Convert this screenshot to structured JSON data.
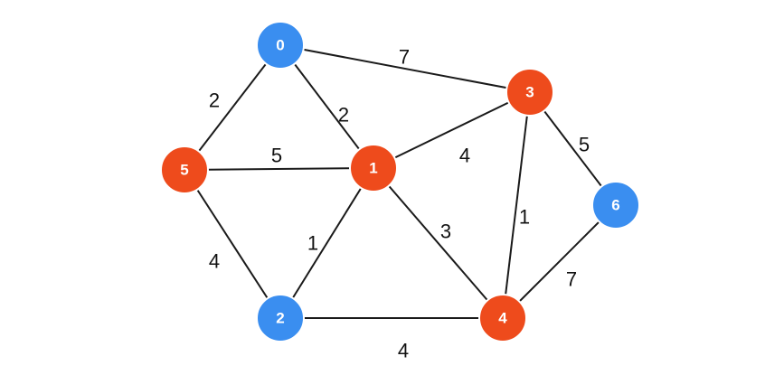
{
  "colors": {
    "blue_node": "#3a8ef0",
    "red_node": "#ee4b1c",
    "edge": "#1a1a1a",
    "node_text": "#ffffff"
  },
  "nodes": [
    {
      "id": "0",
      "label": "0",
      "color": "blue"
    },
    {
      "id": "1",
      "label": "1",
      "color": "red"
    },
    {
      "id": "2",
      "label": "2",
      "color": "blue"
    },
    {
      "id": "3",
      "label": "3",
      "color": "red"
    },
    {
      "id": "4",
      "label": "4",
      "color": "red"
    },
    {
      "id": "5",
      "label": "5",
      "color": "red"
    },
    {
      "id": "6",
      "label": "6",
      "color": "blue"
    }
  ],
  "edges": [
    {
      "from": "0",
      "to": "3",
      "weight": "7"
    },
    {
      "from": "0",
      "to": "5",
      "weight": "2"
    },
    {
      "from": "0",
      "to": "1",
      "weight": "2"
    },
    {
      "from": "5",
      "to": "1",
      "weight": "5"
    },
    {
      "from": "5",
      "to": "2",
      "weight": "4"
    },
    {
      "from": "1",
      "to": "3",
      "weight": "4"
    },
    {
      "from": "1",
      "to": "2",
      "weight": "1"
    },
    {
      "from": "1",
      "to": "4",
      "weight": "3"
    },
    {
      "from": "3",
      "to": "4",
      "weight": "1"
    },
    {
      "from": "3",
      "to": "6",
      "weight": "5"
    },
    {
      "from": "2",
      "to": "4",
      "weight": "4"
    },
    {
      "from": "4",
      "to": "6",
      "weight": "7"
    }
  ]
}
